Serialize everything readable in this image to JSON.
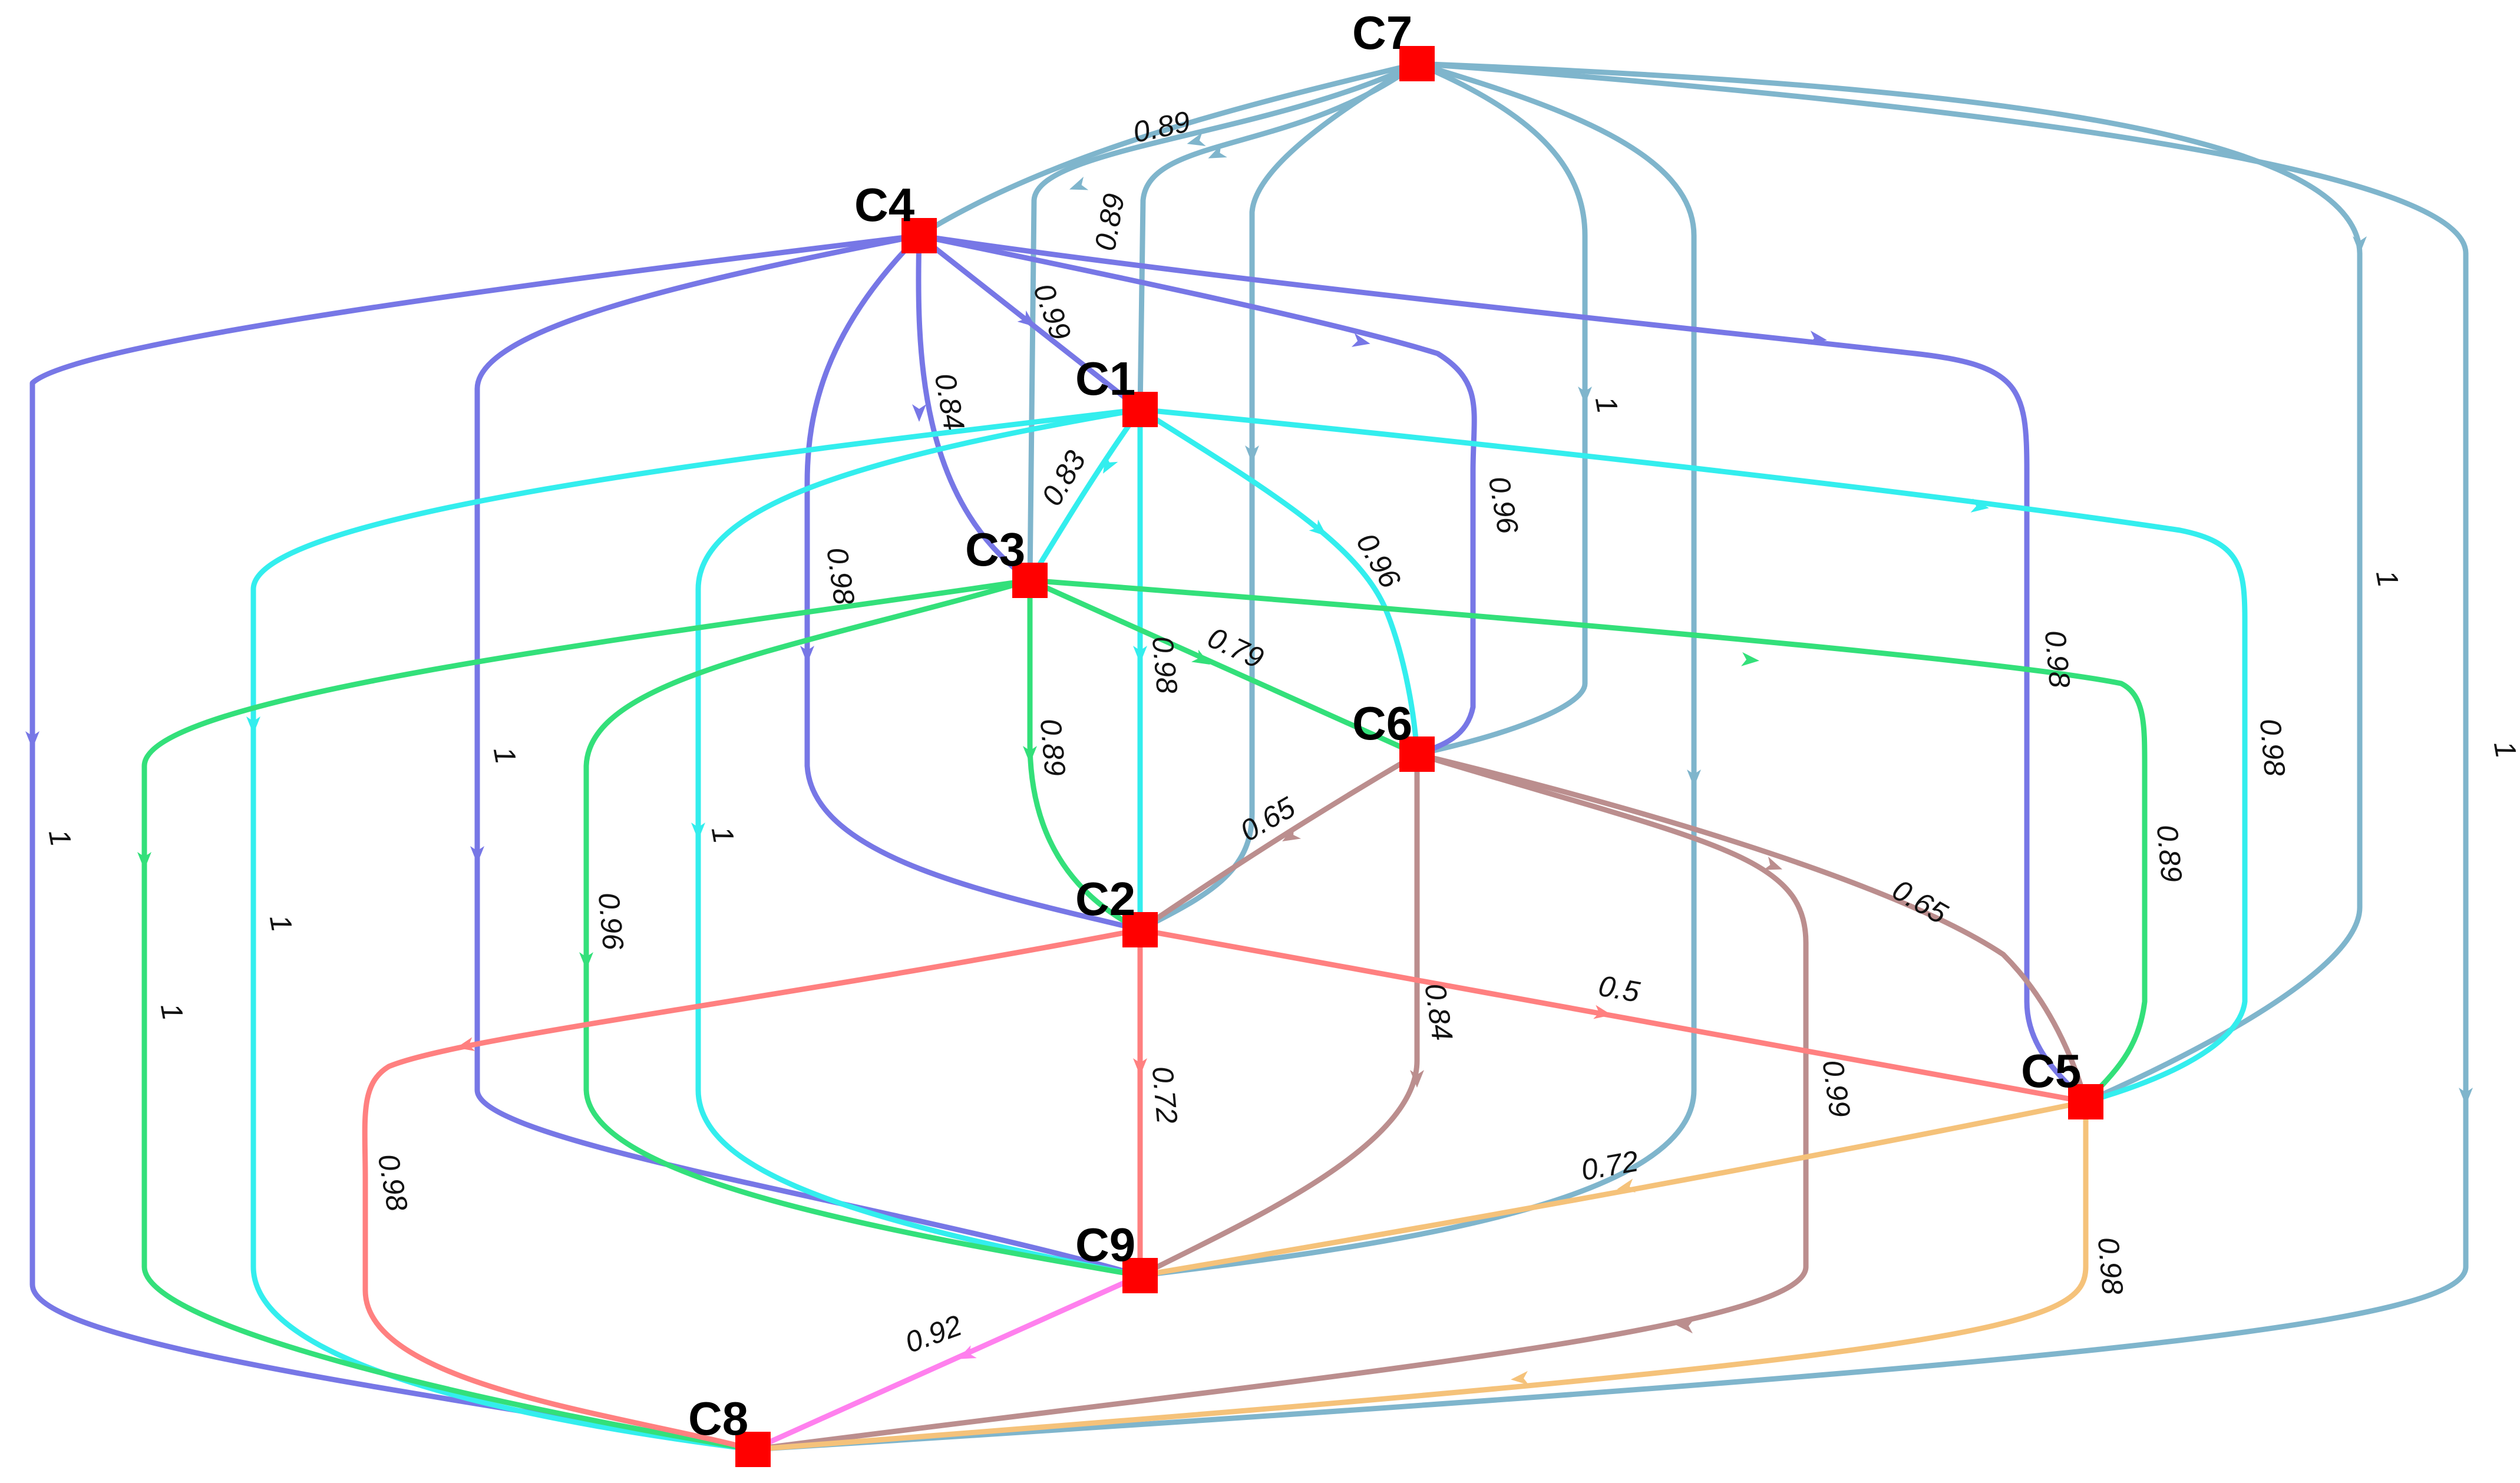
{
  "colors": {
    "C7": "#7fb5cc",
    "C4": "#7777e6",
    "C1": "#33eeee",
    "C3": "#33e07a",
    "C6": "#bb8e8e",
    "C2": "#ff8080",
    "C5": "#f5c27a",
    "C9": "#ff80ee",
    "node": "#ff0000"
  },
  "nodes": [
    {
      "id": "C7",
      "label": "C7"
    },
    {
      "id": "C4",
      "label": "C4"
    },
    {
      "id": "C1",
      "label": "C1"
    },
    {
      "id": "C3",
      "label": "C3"
    },
    {
      "id": "C6",
      "label": "C6"
    },
    {
      "id": "C2",
      "label": "C2"
    },
    {
      "id": "C5",
      "label": "C5"
    },
    {
      "id": "C9",
      "label": "C9"
    },
    {
      "id": "C8",
      "label": "C8"
    }
  ],
  "edges": [
    {
      "from": "C7",
      "to": "C4",
      "weight": "0.89"
    },
    {
      "from": "C7",
      "to": "C3",
      "weight": ""
    },
    {
      "from": "C7",
      "to": "C1",
      "weight": "0.89"
    },
    {
      "from": "C7",
      "to": "C2",
      "weight": ""
    },
    {
      "from": "C7",
      "to": "C6",
      "weight": "1"
    },
    {
      "from": "C7",
      "to": "C9",
      "weight": ""
    },
    {
      "from": "C7",
      "to": "C5",
      "weight": "1"
    },
    {
      "from": "C7",
      "to": "C8",
      "weight": "1"
    },
    {
      "from": "C4",
      "to": "C1",
      "weight": "0.99"
    },
    {
      "from": "C4",
      "to": "C3",
      "weight": "0.84"
    },
    {
      "from": "C4",
      "to": "C2",
      "weight": "0.98"
    },
    {
      "from": "C4",
      "to": "C6",
      "weight": "0.96"
    },
    {
      "from": "C4",
      "to": "C5",
      "weight": "0.98"
    },
    {
      "from": "C4",
      "to": "C9",
      "weight": "1"
    },
    {
      "from": "C4",
      "to": "C8",
      "weight": "1"
    },
    {
      "from": "C1",
      "to": "C3",
      "weight": "0.83"
    },
    {
      "from": "C1",
      "to": "C6",
      "weight": "0.96"
    },
    {
      "from": "C1",
      "to": "C2",
      "weight": "0.98"
    },
    {
      "from": "C1",
      "to": "C5",
      "weight": "0.98"
    },
    {
      "from": "C1",
      "to": "C9",
      "weight": "1"
    },
    {
      "from": "C1",
      "to": "C8",
      "weight": "1"
    },
    {
      "from": "C3",
      "to": "C2",
      "weight": "0.89"
    },
    {
      "from": "C3",
      "to": "C6",
      "weight": "0.79"
    },
    {
      "from": "C3",
      "to": "C5",
      "weight": "0.89"
    },
    {
      "from": "C3",
      "to": "C9",
      "weight": "0.96"
    },
    {
      "from": "C3",
      "to": "C8",
      "weight": "1"
    },
    {
      "from": "C6",
      "to": "C2",
      "weight": "0.65"
    },
    {
      "from": "C6",
      "to": "C5",
      "weight": "0.65"
    },
    {
      "from": "C6",
      "to": "C9",
      "weight": "0.84"
    },
    {
      "from": "C6",
      "to": "C8",
      "weight": "0.99"
    },
    {
      "from": "C2",
      "to": "C5",
      "weight": "0.5"
    },
    {
      "from": "C2",
      "to": "C9",
      "weight": "0.72"
    },
    {
      "from": "C2",
      "to": "C8",
      "weight": "0.98"
    },
    {
      "from": "C5",
      "to": "C9",
      "weight": "0.72"
    },
    {
      "from": "C5",
      "to": "C8",
      "weight": "0.98"
    },
    {
      "from": "C9",
      "to": "C8",
      "weight": "0.92"
    }
  ]
}
